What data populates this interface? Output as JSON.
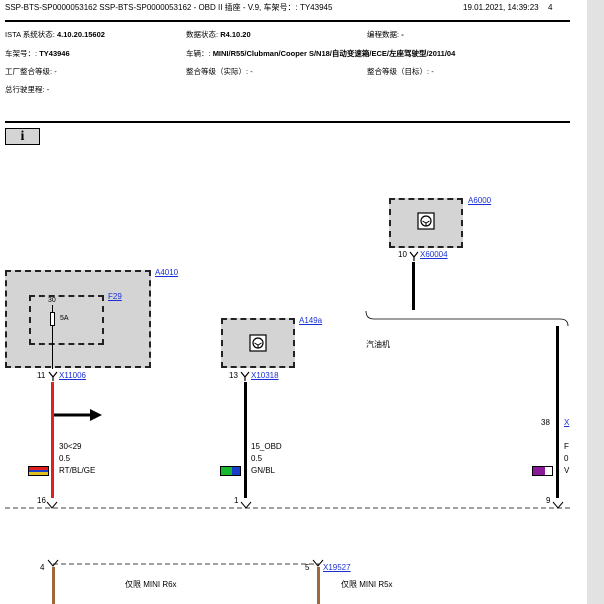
{
  "header": {
    "doc_title": "SSP-BTS-SP0000053162 SSP-BTS-SP0000053162 - OBD II 插座 - V.9, 车架号：: TY43945",
    "datetime": "19.01.2021, 14:39:23",
    "page": "4"
  },
  "meta": {
    "ista_label": "ISTA 系统状态:",
    "ista_value": "4.10.20.15602",
    "data_label": "数据状态:",
    "data_value": "R4.10.20",
    "prog_label": "编程数据:",
    "prog_value": "-",
    "vin_label": "车架号：:",
    "vin_value": "TY43946",
    "vehicle_label": "车辆：:",
    "vehicle_value": "MINI/R55/Clubman/Cooper S/N18/自动变速箱/ECE/左座驾驶型/2011/04",
    "factory_label": "工厂整合等级:",
    "factory_value": "-",
    "int_actual_label": "整合等级（实际）:",
    "int_actual_value": "-",
    "int_target_label": "整合等级（目标）:",
    "int_target_value": "-",
    "mileage_label": "总行驶里程:",
    "mileage_value": "-"
  },
  "info_button": {
    "glyph": "i",
    "icon": "info-icon"
  },
  "diagram": {
    "a6000": {
      "ref": "A6000",
      "pin": "10",
      "connector": "X60004"
    },
    "a4010": {
      "ref": "A4010",
      "fuse_ref": "F29",
      "fuse_pin": "30",
      "fuse_rating": "5A",
      "pin": "11",
      "connector": "X11006"
    },
    "a149a": {
      "ref": "A149a",
      "pin": "13",
      "connector": "X10318"
    },
    "engine_label": "汽油机",
    "right_col": {
      "pin": "38",
      "connector_partial": "X",
      "wire_line1": "F",
      "wire_line2": "0",
      "wire_line3": "V"
    },
    "wire1": {
      "line1": "30<29",
      "line2": "0.5",
      "line3": "RT/BL/GE",
      "colors": [
        "#e02020",
        "#1a3ec8",
        "#e0c020"
      ]
    },
    "wire2": {
      "line1": "15_OBD",
      "line2": "0.5",
      "line3": "GN/BL",
      "colors": [
        "#18b830",
        "#1a3ec8"
      ]
    },
    "wire3": {
      "colors": [
        "#8a1a9a",
        "#ffffff"
      ]
    },
    "bottom_pins": {
      "p16": "16",
      "p1": "1",
      "p9": "9"
    },
    "lower": {
      "pin4": "4",
      "pin5": "5",
      "connector": "X19527",
      "note_r6": "仅限 MINI R6x",
      "note_r5": "仅限 MINI R5x"
    }
  }
}
